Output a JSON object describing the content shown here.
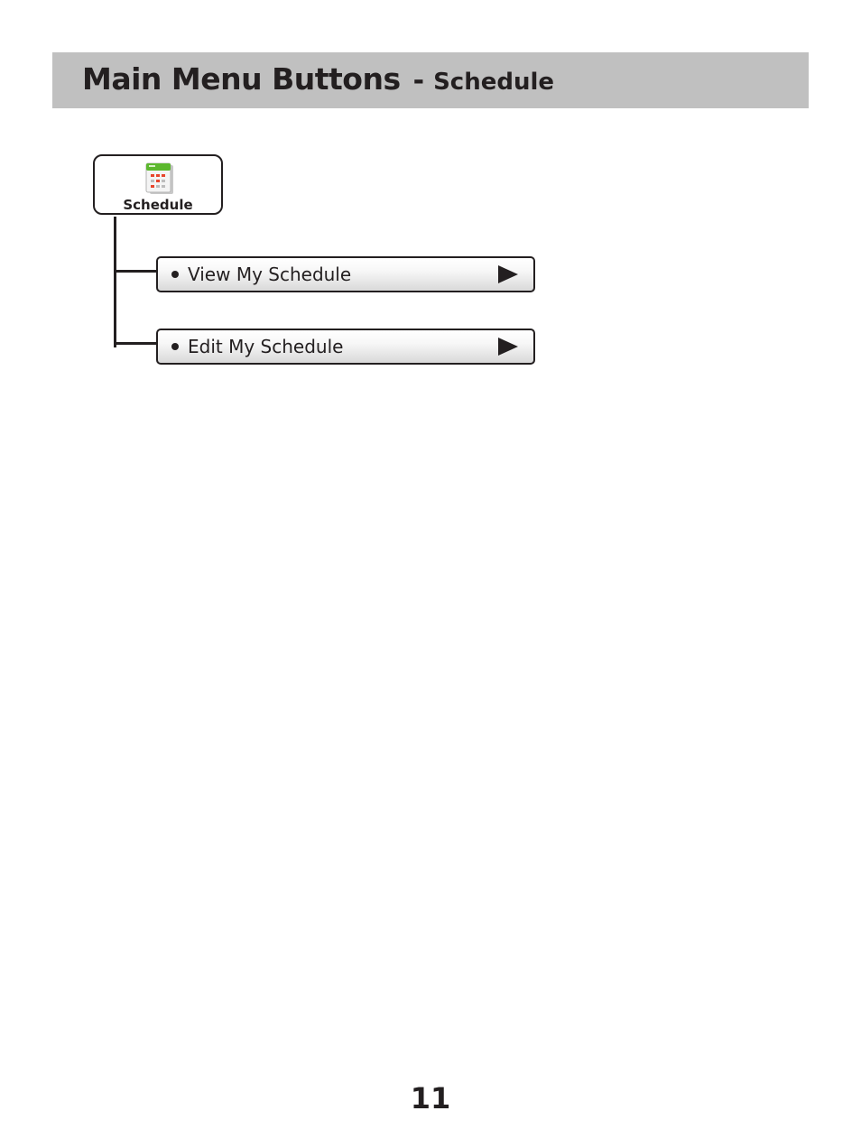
{
  "header": {
    "title": "Main Menu Buttons",
    "separator": "-",
    "subtitle": "Schedule",
    "background_color": "#c0c0c0"
  },
  "main_button": {
    "label": "Schedule",
    "icon": "calendar-icon",
    "icon_accent_color": "#5cb82e",
    "icon_marker_color": "#e8452c"
  },
  "menu_items": [
    {
      "label": "View My Schedule",
      "icon": "play-arrow-icon"
    },
    {
      "label": "Edit My Schedule",
      "icon": "play-arrow-icon"
    }
  ],
  "page_number": "11"
}
